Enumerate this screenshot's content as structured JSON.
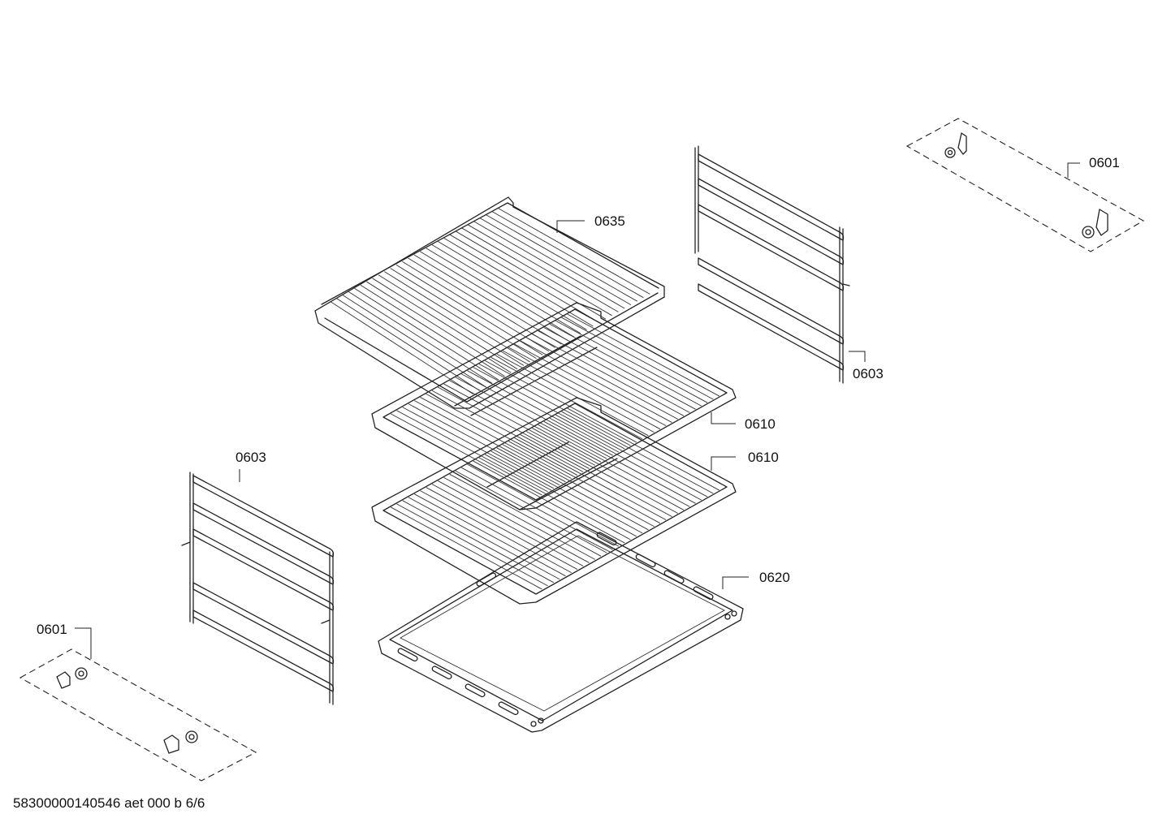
{
  "labels": {
    "grid_top": "0635",
    "grid_mid": "0610",
    "grid_low": "0610",
    "rail_right": "0603",
    "rail_left": "0603",
    "clips_right": "0601",
    "clips_left": "0601",
    "tray": "0620"
  },
  "footer": "58300000140546 aet 000 b 6/6"
}
